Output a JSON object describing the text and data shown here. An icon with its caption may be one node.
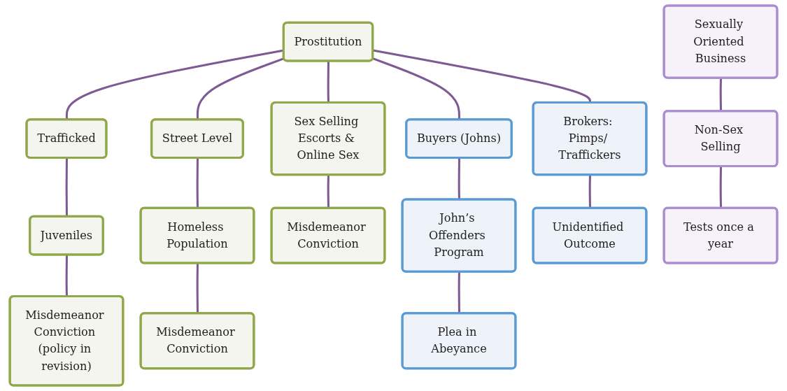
{
  "diagram": {
    "nodes": [
      {
        "text": [
          "Prostitution"
        ]
      },
      {
        "text": [
          "Trafficked"
        ]
      },
      {
        "text": [
          "Juveniles"
        ]
      },
      {
        "text": [
          "Misdemeanor Conviction (policy in revision)"
        ]
      },
      {
        "text": [
          "Street Level"
        ]
      },
      {
        "text": [
          "Homeless Population"
        ]
      },
      {
        "text": [
          "Misdemeanor Conviction"
        ]
      },
      {
        "text": [
          "Sex Selling Escorts & Online Sex"
        ]
      },
      {
        "text": [
          "Misdemeanor Conviction"
        ]
      },
      {
        "text": [
          "Buyers (Johns)"
        ]
      },
      {
        "text": [
          "John’s Offenders Program"
        ]
      },
      {
        "text": [
          "Plea in Abeyance"
        ]
      },
      {
        "text": [
          "Brokers: Pimps/ Traffickers"
        ]
      },
      {
        "text": [
          "Unidentified Outcome"
        ]
      },
      {
        "text": [
          "Sexually Oriented Business"
        ]
      },
      {
        "text": [
          "Non-Sex Selling"
        ]
      },
      {
        "text": [
          "Tests once a year"
        ]
      }
    ],
    "edges": [
      {
        "from": 0,
        "to": 1,
        "arrow": "none"
      },
      {
        "from": 0,
        "to": 4,
        "arrow": "none"
      },
      {
        "from": 0,
        "to": 7,
        "arrow": "none"
      },
      {
        "from": 0,
        "to": 9,
        "arrow": "none"
      },
      {
        "from": 0,
        "to": 12,
        "arrow": "none"
      },
      {
        "from": 1,
        "to": 2,
        "arrow": "none"
      },
      {
        "from": 2,
        "to": 3,
        "arrow": "none"
      },
      {
        "from": 4,
        "to": 5,
        "arrow": "none"
      },
      {
        "from": 5,
        "to": 6,
        "arrow": "none"
      },
      {
        "from": 7,
        "to": 8,
        "arrow": "none"
      },
      {
        "from": 9,
        "to": 10,
        "arrow": "none"
      },
      {
        "from": 10,
        "to": 11,
        "arrow": "none"
      },
      {
        "from": 12,
        "to": 13,
        "arrow": "none"
      },
      {
        "from": 14,
        "to": 15,
        "arrow": "none"
      },
      {
        "from": 15,
        "to": 16,
        "arrow": "none"
      }
    ]
  }
}
